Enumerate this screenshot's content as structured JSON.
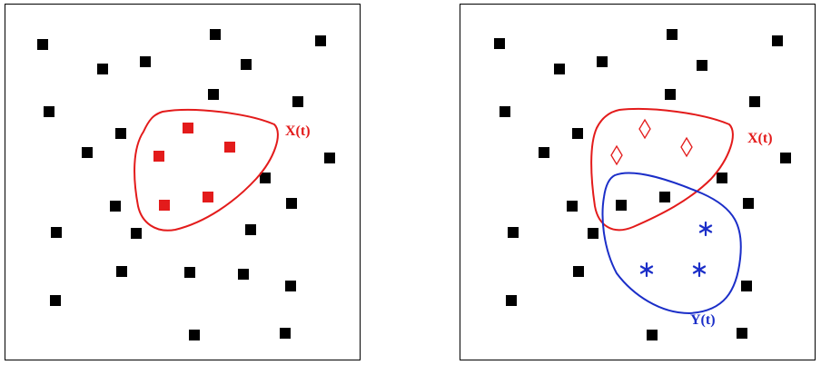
{
  "colors": {
    "background": "#ffffff",
    "border": "#000000",
    "neutral": "#000000",
    "x_set": "#e31b1b",
    "y_set": "#1b2ec8"
  },
  "left_panel": {
    "label_x": "X(t)"
  },
  "right_panel": {
    "label_x": "X(t)",
    "label_y": "Y(t)"
  },
  "markers": {
    "neutral": "filled-square",
    "x_left": "filled-square",
    "x_right": "diamond-outline",
    "y_right": "asterisk"
  }
}
